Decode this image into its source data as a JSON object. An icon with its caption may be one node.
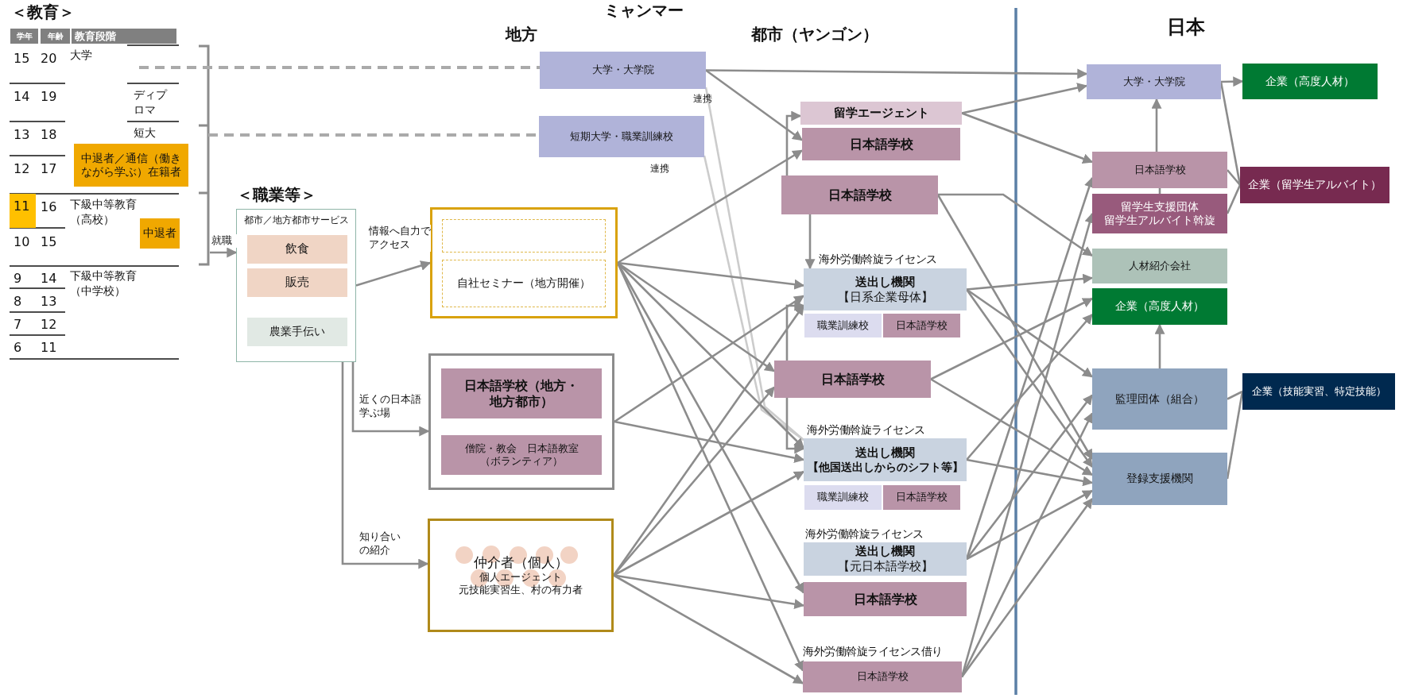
{
  "diagram": {
    "nodes": [
      {
        "text": [
          "中退者／通信（働きながら学ぶ）在籍者"
        ]
      },
      {
        "text": [
          "中退者"
        ]
      },
      {
        "text": [
          "都市／地方都市サービス"
        ]
      },
      {
        "text": [
          "飲食"
        ],
        "in": 2
      },
      {
        "text": [
          "販売"
        ],
        "in": 2
      },
      {
        "text": [
          "農業手伝い"
        ],
        "in": 2
      },
      {
        "text": [],
        "shape": "box"
      },
      {
        "text": [],
        "shape": "box",
        "in": 6
      },
      {
        "text": [
          "自社セミナー（地方開催）"
        ],
        "in": 6
      },
      {
        "text": [],
        "shape": "box"
      },
      {
        "text": [
          "日本語学校（地方・地方都市）"
        ],
        "in": 9
      },
      {
        "text": [
          "僧院・教会　日本語教室（ボランティア）"
        ],
        "in": 9
      },
      {
        "text": [
          "仲介者（個人）",
          "個人エージェント",
          "元技能実習生、村の有力者"
        ]
      },
      {
        "text": [
          "大学・大学院"
        ]
      },
      {
        "text": [
          "短期大学・職業訓練校"
        ]
      },
      {
        "text": [
          "留学エージェント"
        ]
      },
      {
        "text": [
          "日本語学校"
        ]
      },
      {
        "text": [
          "日本語学校"
        ]
      },
      {
        "text": [
          "送出し機関",
          "【日系企業母体】"
        ],
        "beside": [
          "海外労働斡旋ライセンス"
        ]
      },
      {
        "text": [
          "職業訓練校"
        ]
      },
      {
        "text": [
          "日本語学校"
        ]
      },
      {
        "text": [
          "日本語学校"
        ]
      },
      {
        "text": [
          "送出し機関",
          "【他国送出しからのシフト等】"
        ],
        "beside": [
          "海外労働斡旋ライセンス"
        ]
      },
      {
        "text": [
          "職業訓練校"
        ]
      },
      {
        "text": [
          "日本語学校"
        ]
      },
      {
        "text": [
          "送出し機関",
          "【元日本語学校】"
        ],
        "beside": [
          "海外労働斡旋ライセンス"
        ]
      },
      {
        "text": [
          "日本語学校"
        ]
      },
      {
        "text": [
          "日本語学校"
        ],
        "beside": [
          "海外労働斡旋ライセンス借り"
        ]
      },
      {
        "text": [
          "大学・大学院"
        ]
      },
      {
        "text": [
          "企業（高度人材）"
        ]
      },
      {
        "text": [
          "日本語学校"
        ]
      },
      {
        "text": [
          "留学生支援団体",
          "留学生アルバイト斡旋"
        ]
      },
      {
        "text": [
          "企業（留学生アルバイト）"
        ]
      },
      {
        "text": [
          "人材紹介会社"
        ]
      },
      {
        "text": [
          "企業（高度人材）"
        ]
      },
      {
        "text": [
          "監理団体（組合）"
        ]
      },
      {
        "text": [
          "登録支援機関"
        ]
      },
      {
        "text": [
          "企業（技能実習、特定技能）"
        ]
      }
    ],
    "edges": [
      {
        "from": null,
        "to": 13,
        "arrow": "none",
        "style": "dashed",
        "color": "#aaaaaa"
      },
      {
        "from": null,
        "to": 14,
        "arrow": "none",
        "style": "dashed",
        "color": "#aaaaaa"
      },
      {
        "from": null,
        "to": 2,
        "arrow": "to",
        "label": "就職"
      },
      {
        "from": 2,
        "to": 6,
        "arrow": "to",
        "label": "情報へ自力でアクセス"
      },
      {
        "from": 2,
        "to": 9,
        "arrow": "to",
        "label": "近くの日本語学ぶ場"
      },
      {
        "from": 2,
        "to": 12,
        "arrow": "to",
        "label": "知り合いの紹介"
      },
      {
        "from": 13,
        "to": 28,
        "arrow": "to"
      },
      {
        "from": 13,
        "to": 16,
        "arrow": "to"
      },
      {
        "from": 13,
        "to": 22,
        "arrow": "none",
        "color": "#cccccc"
      },
      {
        "from": 14,
        "to": 22,
        "arrow": "none",
        "color": "#cccccc"
      },
      {
        "from": 15,
        "to": 28,
        "arrow": "to"
      },
      {
        "from": 15,
        "to": 30,
        "arrow": "to"
      },
      {
        "from": 17,
        "to": 15,
        "arrow": "to"
      },
      {
        "from": 17,
        "to": 18,
        "arrow": "to"
      },
      {
        "from": 17,
        "to": 33,
        "arrow": "to"
      },
      {
        "from": 17,
        "to": 36,
        "arrow": "to"
      },
      {
        "from": 6,
        "to": 16,
        "arrow": "to"
      },
      {
        "from": 6,
        "to": 18,
        "arrow": "to"
      },
      {
        "from": 6,
        "to": 21,
        "arrow": "to"
      },
      {
        "from": 6,
        "to": 22,
        "arrow": "to"
      },
      {
        "from": 6,
        "to": 26,
        "arrow": "to"
      },
      {
        "from": 6,
        "to": 27,
        "arrow": "to"
      },
      {
        "from": 9,
        "to": 18,
        "arrow": "to"
      },
      {
        "from": 9,
        "to": 22,
        "arrow": "to"
      },
      {
        "from": 12,
        "to": 18,
        "arrow": "to"
      },
      {
        "from": 12,
        "to": 21,
        "arrow": "to"
      },
      {
        "from": 12,
        "to": 22,
        "arrow": "to"
      },
      {
        "from": 12,
        "to": 26,
        "arrow": "to"
      },
      {
        "from": 12,
        "to": 27,
        "arrow": "to"
      },
      {
        "from": 21,
        "to": 18,
        "arrow": "to"
      },
      {
        "from": 21,
        "to": 22,
        "arrow": "to"
      },
      {
        "from": 18,
        "to": 33,
        "arrow": "to"
      },
      {
        "from": 18,
        "to": 35,
        "arrow": "to"
      },
      {
        "from": 18,
        "to": 36,
        "arrow": "to"
      },
      {
        "from": 21,
        "to": 34,
        "arrow": "to"
      },
      {
        "from": 21,
        "to": 36,
        "arrow": "to"
      },
      {
        "from": 22,
        "to": 34,
        "arrow": "to"
      },
      {
        "from": 22,
        "to": 36,
        "arrow": "to"
      },
      {
        "from": 25,
        "to": 35,
        "arrow": "to"
      },
      {
        "from": 25,
        "to": 30,
        "arrow": "to"
      },
      {
        "from": 25,
        "to": 36,
        "arrow": "to"
      },
      {
        "from": 27,
        "to": 35,
        "arrow": "to"
      },
      {
        "from": 27,
        "to": 36,
        "arrow": "to"
      },
      {
        "from": 27,
        "to": 31,
        "arrow": "to"
      },
      {
        "from": 28,
        "to": 29,
        "arrow": "to"
      },
      {
        "from": 30,
        "to": 28,
        "arrow": "to"
      },
      {
        "from": 30,
        "to": 32,
        "arrow": "none"
      },
      {
        "from": 31,
        "to": 32,
        "arrow": "none"
      },
      {
        "from": 28,
        "to": 32,
        "arrow": "none"
      },
      {
        "from": 35,
        "to": 34,
        "arrow": "to"
      },
      {
        "from": 35,
        "to": 37,
        "arrow": "none"
      },
      {
        "from": 36,
        "to": 37,
        "arrow": "none"
      },
      {
        "from": 30,
        "to": 31,
        "arrow": "none"
      }
    ],
    "labels": [
      "＜教育＞",
      "ミャンマー",
      "地方",
      "都市（ヤンゴン）",
      "日本",
      "＜職業等＞",
      "学年",
      "年齢",
      "教育段階",
      "15",
      "20",
      "大学",
      "14",
      "19",
      "ディプロマ",
      "13",
      "18",
      "短大",
      "12",
      "17",
      "11",
      "16",
      "下級中等教育（高校）",
      "10",
      "15",
      "9",
      "14",
      "下級中等教育（中学校）",
      "8",
      "13",
      "7",
      "12",
      "6",
      "11",
      "連携",
      "連携"
    ]
  }
}
